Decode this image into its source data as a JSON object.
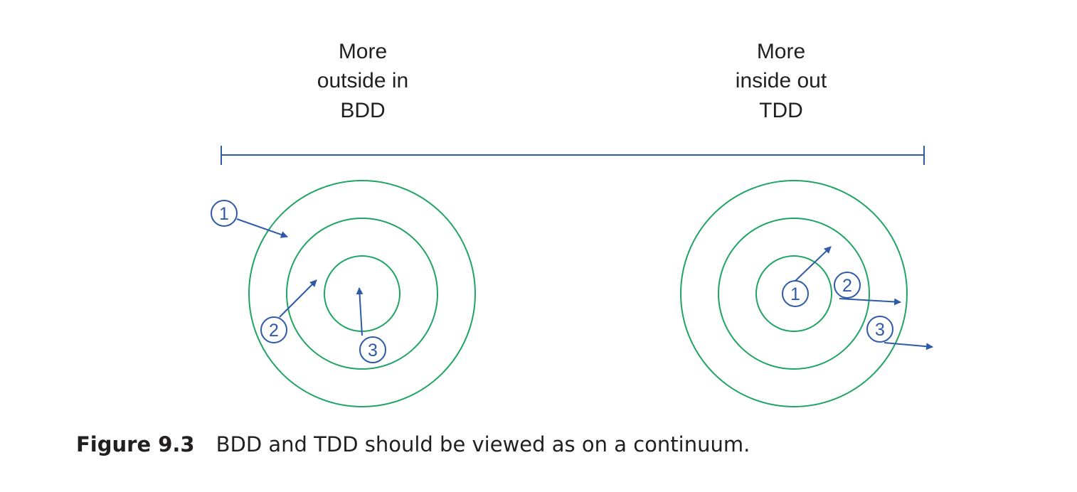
{
  "left_heading": [
    "More",
    "outside in",
    "BDD"
  ],
  "right_heading": [
    "More",
    "inside out",
    "TDD"
  ],
  "left_markers": [
    "1",
    "2",
    "3"
  ],
  "right_markers": [
    "1",
    "2",
    "3"
  ],
  "caption": {
    "label": "Figure 9.3",
    "text": "BDD and TDD should be viewed as on a continuum."
  },
  "colors": {
    "rings": "#1fa463",
    "arrows": "#2e5aa8",
    "text": "#231f20"
  }
}
